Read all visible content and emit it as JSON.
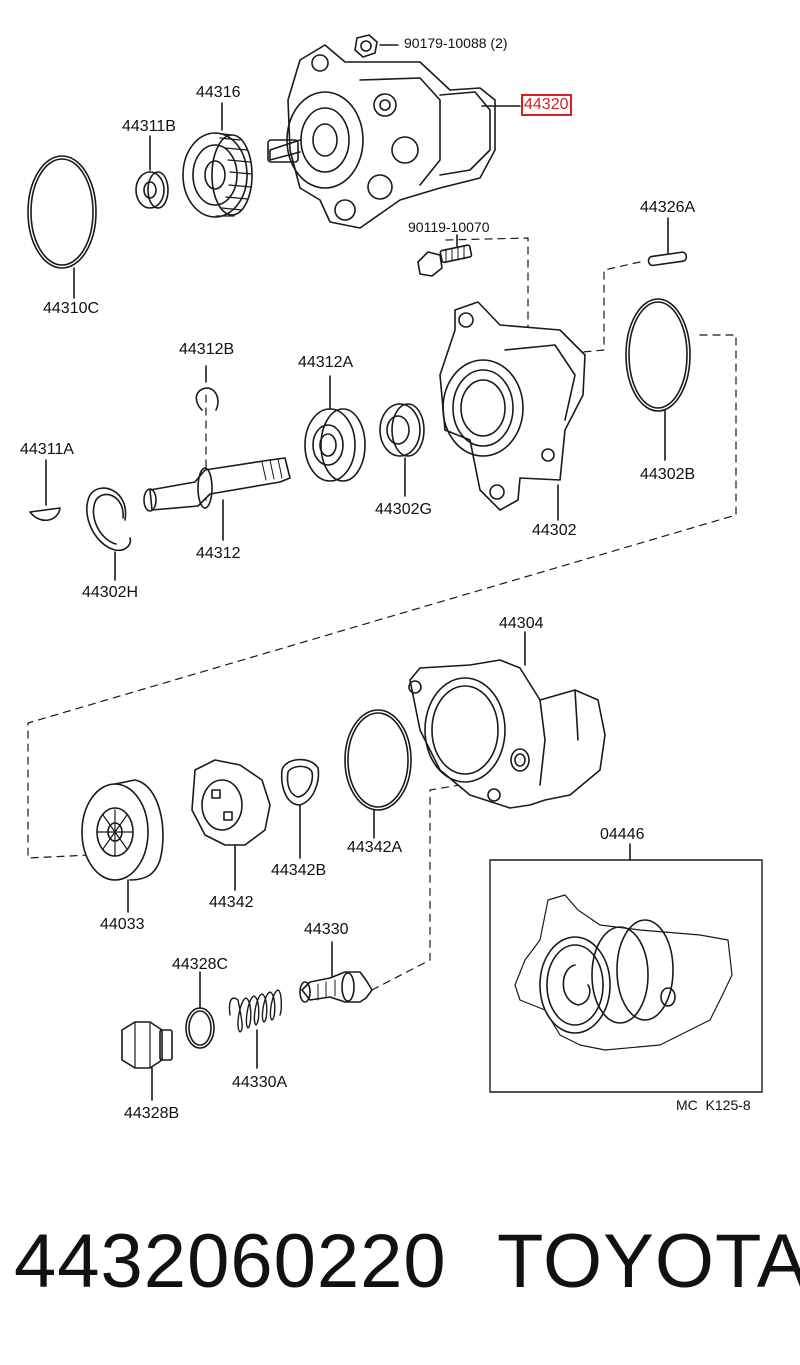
{
  "diagram": {
    "highlight_color": "#d81e1e",
    "labels": {
      "nut": "90179-10088 (2)",
      "pump_assembly": "44320",
      "pulley_gear": "44316",
      "bearing_b": "44311B",
      "oring_c": "44310C",
      "bolt": "90119-10070",
      "pin": "44326A",
      "snap_ring_b": "44312B",
      "bearing_a": "44312A",
      "key": "44311A",
      "shaft": "44312",
      "seal_g": "44302G",
      "front_housing": "44302",
      "oring_b": "44302B",
      "snap_ring_h": "44302H",
      "rear_housing": "44304",
      "rotor": "44033",
      "cam_ring": "44342",
      "spring_plate": "44342B",
      "oring_a": "44342A",
      "gasket_kit": "04446",
      "valve": "44330",
      "washer_c": "44328C",
      "spring_a": "44330A",
      "plug_b": "44328B"
    },
    "ref_code": "MC  K125-8"
  },
  "footer": {
    "part_number": "4432060220",
    "brand": "TOYOTA"
  }
}
